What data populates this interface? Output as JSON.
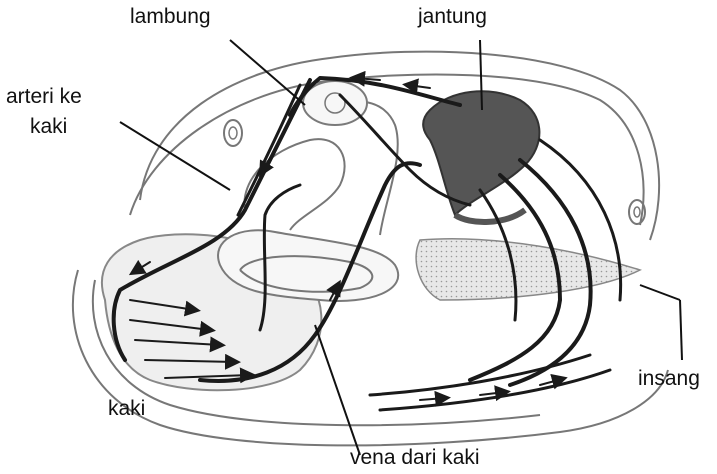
{
  "labels": {
    "stomach": "lambung",
    "heart": "jantung",
    "artery_line1": "arteri ke",
    "artery_line2": "kaki",
    "foot": "kaki",
    "gill": "insang",
    "foot_vein": "vena dari kaki"
  },
  "colors": {
    "background": "#ffffff",
    "heart": "#555555",
    "vessels": "#1a1a1a",
    "tissue": "#efefef",
    "gill_tissue": "#e0e0e0"
  }
}
